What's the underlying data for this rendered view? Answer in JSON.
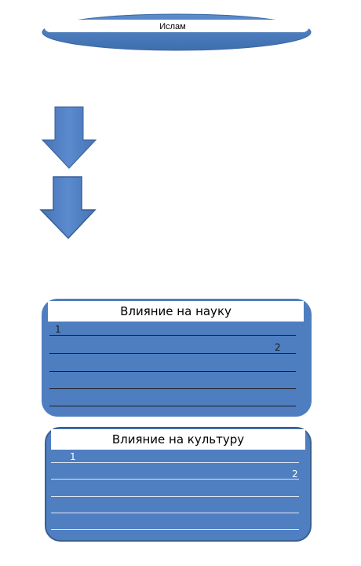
{
  "diagram": {
    "title": "Ислам",
    "science_box": {
      "heading": "Влияние на науку",
      "marker_1": "1",
      "marker_2": "2"
    },
    "culture_box": {
      "heading": "Влияние на культуру",
      "marker_1": "1",
      "marker_2": "2"
    }
  },
  "colors": {
    "shape_fill": "#4f7fc1",
    "shape_border": "#3a5f92",
    "header_fill": "#ffffff"
  }
}
